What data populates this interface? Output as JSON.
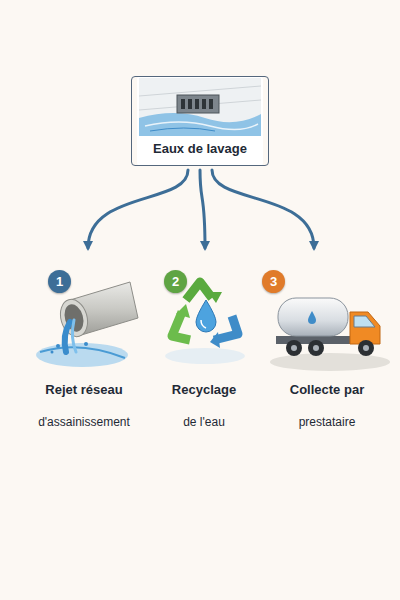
{
  "diagram": {
    "nodes": [
      {
        "text": [
          "Eaux de lavage"
        ]
      },
      {
        "text": [
          "1",
          "Rejet réseau",
          "d'assainissement"
        ]
      },
      {
        "text": [
          "2",
          "Recyclage",
          "de l'eau"
        ]
      },
      {
        "text": [
          "3",
          "Collecte par",
          "prestataire"
        ]
      }
    ],
    "edges": [
      {
        "from": 0,
        "to": 1,
        "arrow": "to"
      },
      {
        "from": 0,
        "to": 2,
        "arrow": "to"
      },
      {
        "from": 0,
        "to": 3,
        "arrow": "to"
      }
    ]
  }
}
